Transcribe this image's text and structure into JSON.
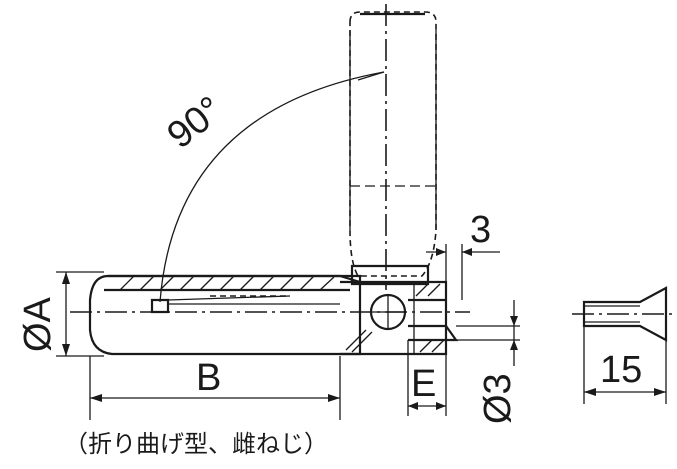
{
  "labels": {
    "angle": "90°",
    "dia_a": "ØA",
    "dim_b": "B",
    "dim_e": "E",
    "dim_3": "3",
    "dia_3": "Ø3",
    "dim_15": "15",
    "caption": "（折り曲げ型、雌ねじ）"
  }
}
